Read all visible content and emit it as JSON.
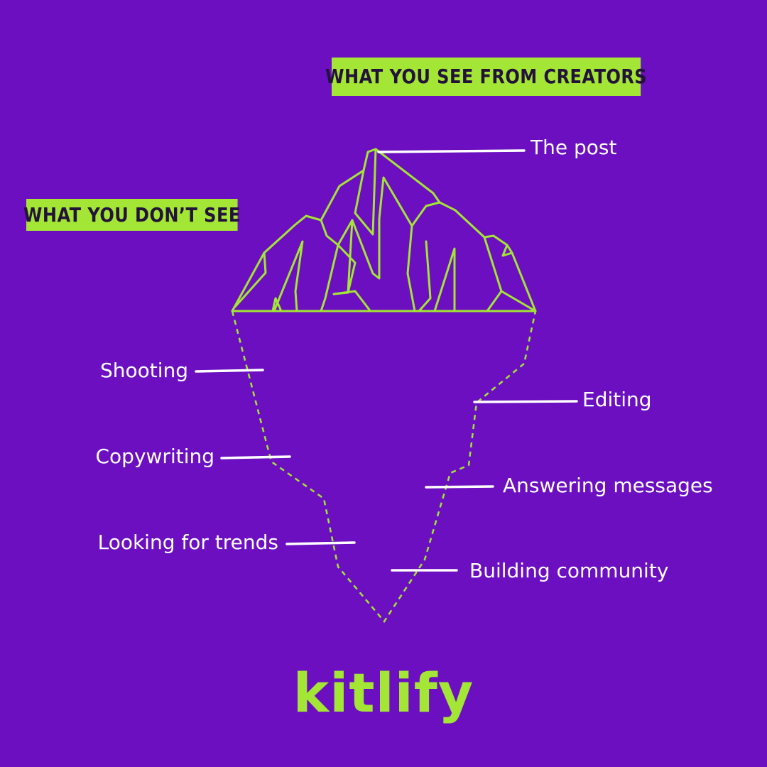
{
  "colors": {
    "background": "#6b0fc1",
    "accent": "#a3e635",
    "label_text": "#ffffff",
    "tag_text": "#23123a"
  },
  "headings": {
    "visible": "WHAT YOU SEE FROM CREATORS",
    "hidden": "WHAT YOU DON’T SEE"
  },
  "labels": {
    "post": "The post",
    "shooting": "Shooting",
    "copywriting": "Copywriting",
    "trends": "Looking for trends",
    "editing": "Editing",
    "messages": "Answering messages",
    "community": "Building community"
  },
  "brand": {
    "name": "kitlify"
  }
}
